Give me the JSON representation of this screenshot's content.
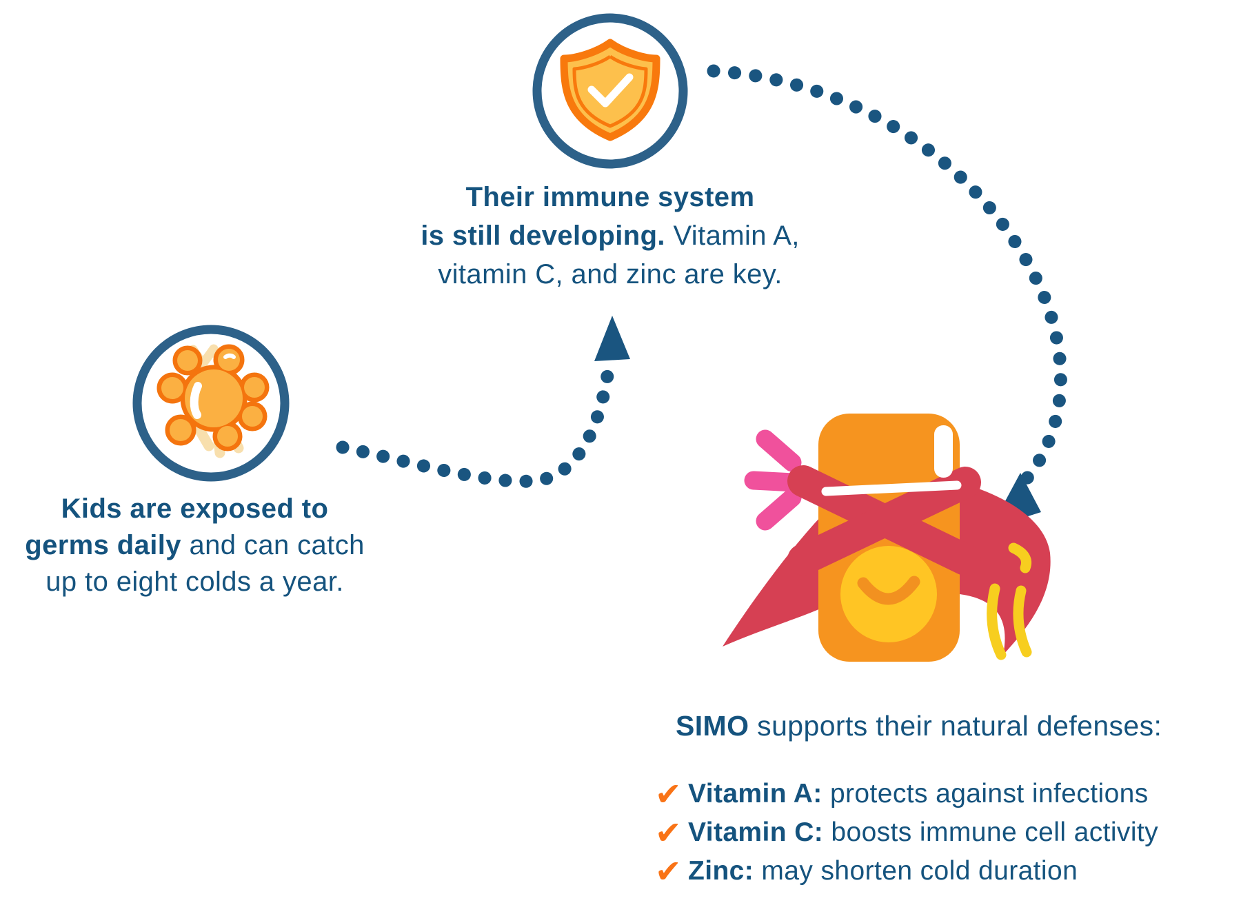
{
  "top_section": {
    "icon": "shield-check",
    "line1": "Their immune system",
    "line2_bold": "is still developing.",
    "line2_regular": " Vitamin A,",
    "line3": "vitamin C, and zinc are key."
  },
  "left_section": {
    "icon": "germ",
    "line1": "Kids are exposed to",
    "line2_bold": "germs daily",
    "line2_regular": " and can catch",
    "line3": "up to eight colds a year."
  },
  "right_section": {
    "icon": "superhero-supplement-bottle",
    "brand_bold": "SIMO",
    "headline_regular": " supports their natural defenses:",
    "bullets": [
      {
        "check": "✔",
        "bold": "Vitamin A:",
        "regular": " protects against infections"
      },
      {
        "check": "✔",
        "bold": "Vitamin C:",
        "regular": " boosts immune cell activity"
      },
      {
        "check": "✔",
        "bold": "Zinc:",
        "regular": " may shorten cold duration"
      }
    ]
  },
  "colors": {
    "text_blue": "#15537E",
    "arc_blue": "#1A5580",
    "circle_blue": "#2D6189",
    "orange": "#F8790D",
    "shield_fill": "#FDC04C",
    "germ_fill": "#FBB042",
    "cream": "#F8DFAD",
    "bottle_orange": "#F6941F",
    "face_yellow": "#FFC524",
    "cape_red": "#D64053",
    "pink": "#F0519C",
    "swoosh_yellow": "#F7CE1F",
    "check_orange": "#F97316"
  }
}
